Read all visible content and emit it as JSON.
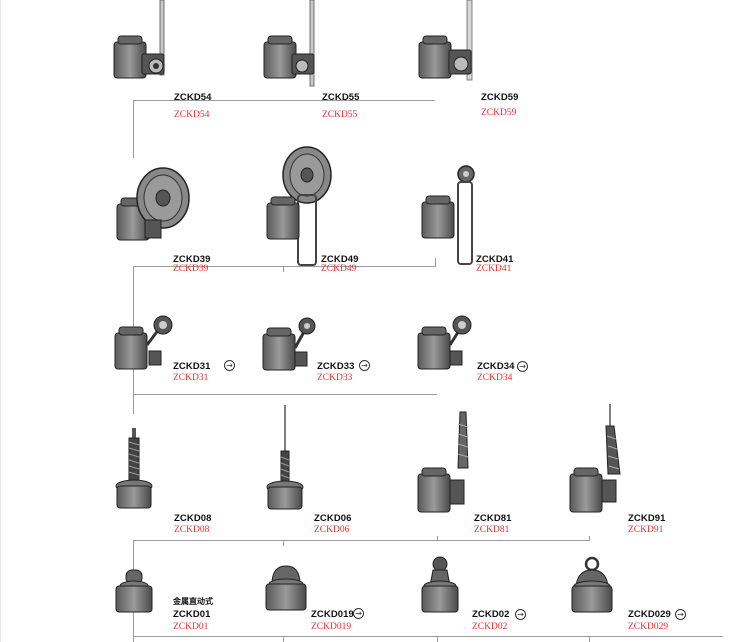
{
  "colors": {
    "connector": "#9a9a9a",
    "red_code": "#e03131",
    "body_gray": "#707070"
  },
  "rows": [
    {
      "items": [
        {
          "code": "ZCKD54",
          "code_red": "ZCKD54",
          "icon": "rod-lever-switch-icon"
        },
        {
          "code": "ZCKD55",
          "code_red": "ZCKD55",
          "icon": "rod-lever-switch-icon"
        },
        {
          "code": "ZCKD59",
          "code_red": "ZCKD59",
          "icon": "rod-lever-switch-icon"
        }
      ]
    },
    {
      "items": [
        {
          "code": "ZCKD39",
          "code_red": "ZCKD39",
          "icon": "large-roller-lever-switch-icon"
        },
        {
          "code": "ZCKD49",
          "code_red": "ZCKD49",
          "icon": "adjustable-large-roller-switch-icon"
        },
        {
          "code": "ZCKD41",
          "code_red": "ZCKD41",
          "icon": "adjustable-roller-lever-switch-icon"
        }
      ]
    },
    {
      "items": [
        {
          "code": "ZCKD31",
          "code_red": "ZCKD31",
          "icon": "roller-lever-switch-icon",
          "arrow": "→"
        },
        {
          "code": "ZCKD33",
          "code_red": "ZCKD33",
          "icon": "roller-lever-switch-icon",
          "arrow": "→"
        },
        {
          "code": "ZCKD34",
          "code_red": "ZCKD34",
          "icon": "roller-lever-switch-icon",
          "arrow": "→"
        }
      ]
    },
    {
      "items": [
        {
          "code": "ZCKD08",
          "code_red": "ZCKD08",
          "icon": "spring-rod-switch-icon"
        },
        {
          "code": "ZCKD06",
          "code_red": "ZCKD06",
          "icon": "cat-whisker-switch-icon"
        },
        {
          "code": "ZCKD81",
          "code_red": "ZCKD81",
          "icon": "side-spring-rod-switch-icon"
        },
        {
          "code": "ZCKD91",
          "code_red": "ZCKD91",
          "icon": "side-spring-rod-switch-icon"
        }
      ]
    },
    {
      "items": [
        {
          "code": "ZCKD01",
          "code_red": "ZCKD01",
          "icon": "plunger-switch-icon",
          "note": "金属直动式"
        },
        {
          "code": "ZCKD019",
          "code_red": "ZCKD019",
          "icon": "boot-plunger-switch-icon",
          "arrow": "→"
        },
        {
          "code": "ZCKD02",
          "code_red": "ZCKD02",
          "icon": "roller-plunger-switch-icon",
          "arrow": "→"
        },
        {
          "code": "ZCKD029",
          "code_red": "ZCKD029",
          "icon": "booted-roller-plunger-switch-icon",
          "arrow": "→"
        }
      ]
    }
  ]
}
